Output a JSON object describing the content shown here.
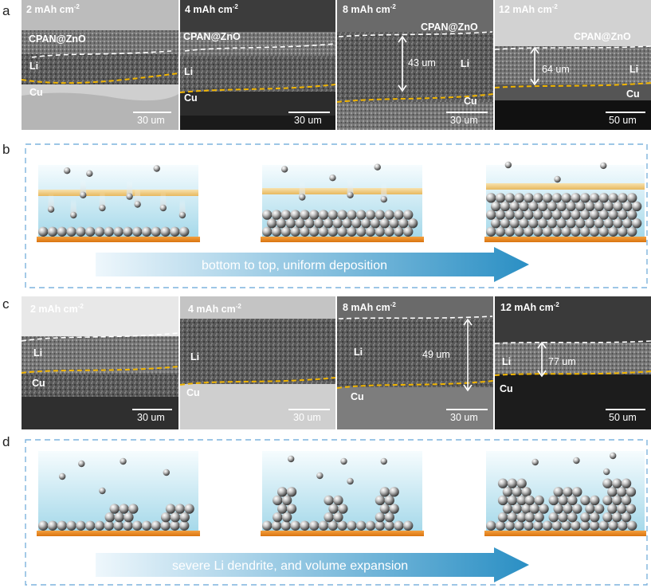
{
  "figure": {
    "panel_labels": [
      "a",
      "b",
      "c",
      "d"
    ],
    "panel_a": {
      "images": [
        {
          "capacity": "2 mAh cm",
          "exp": "-2",
          "coating": "CPAN@ZnO",
          "li": "Li",
          "cu": "Cu",
          "scale": "30 um",
          "thickness": ""
        },
        {
          "capacity": "4 mAh cm",
          "exp": "-2",
          "coating": "CPAN@ZnO",
          "li": "Li",
          "cu": "Cu",
          "scale": "30 um",
          "thickness": ""
        },
        {
          "capacity": "8 mAh cm",
          "exp": "-2",
          "coating": "CPAN@ZnO",
          "li": "Li",
          "cu": "Cu",
          "scale": "30 um",
          "thickness": "43 um"
        },
        {
          "capacity": "12 mAh cm",
          "exp": "-2",
          "coating": "CPAN@ZnO",
          "li": "Li",
          "cu": "Cu",
          "scale": "50 um",
          "thickness": "64 um"
        }
      ]
    },
    "panel_b": {
      "arrow_text": "bottom to top, uniform deposition"
    },
    "panel_c": {
      "images": [
        {
          "capacity": "2 mAh cm",
          "exp": "-2",
          "li": "Li",
          "cu": "Cu",
          "scale": "30 um",
          "thickness": ""
        },
        {
          "capacity": "4 mAh cm",
          "exp": "-2",
          "li": "Li",
          "cu": "Cu",
          "scale": "30 um",
          "thickness": ""
        },
        {
          "capacity": "8 mAh cm",
          "exp": "-2",
          "li": "Li",
          "cu": "Cu",
          "scale": "30 um",
          "thickness": "49 um"
        },
        {
          "capacity": "12 mAh cm",
          "exp": "-2",
          "li": "Li",
          "cu": "Cu",
          "scale": "50 um",
          "thickness": "77 um"
        }
      ]
    },
    "panel_d": {
      "arrow_text": "severe Li dendrite, and volume expansion"
    }
  },
  "colors": {
    "electrolyte_top": "#f4fbfd",
    "electrolyte_bottom": "#a9dcec",
    "separator": "#f0cc7a",
    "copper": "#e8861c",
    "dash_box": "#7db3dd",
    "arrow_start": "#e8f4fb",
    "arrow_end": "#2d93c6",
    "interface_line": "#f0b400"
  }
}
